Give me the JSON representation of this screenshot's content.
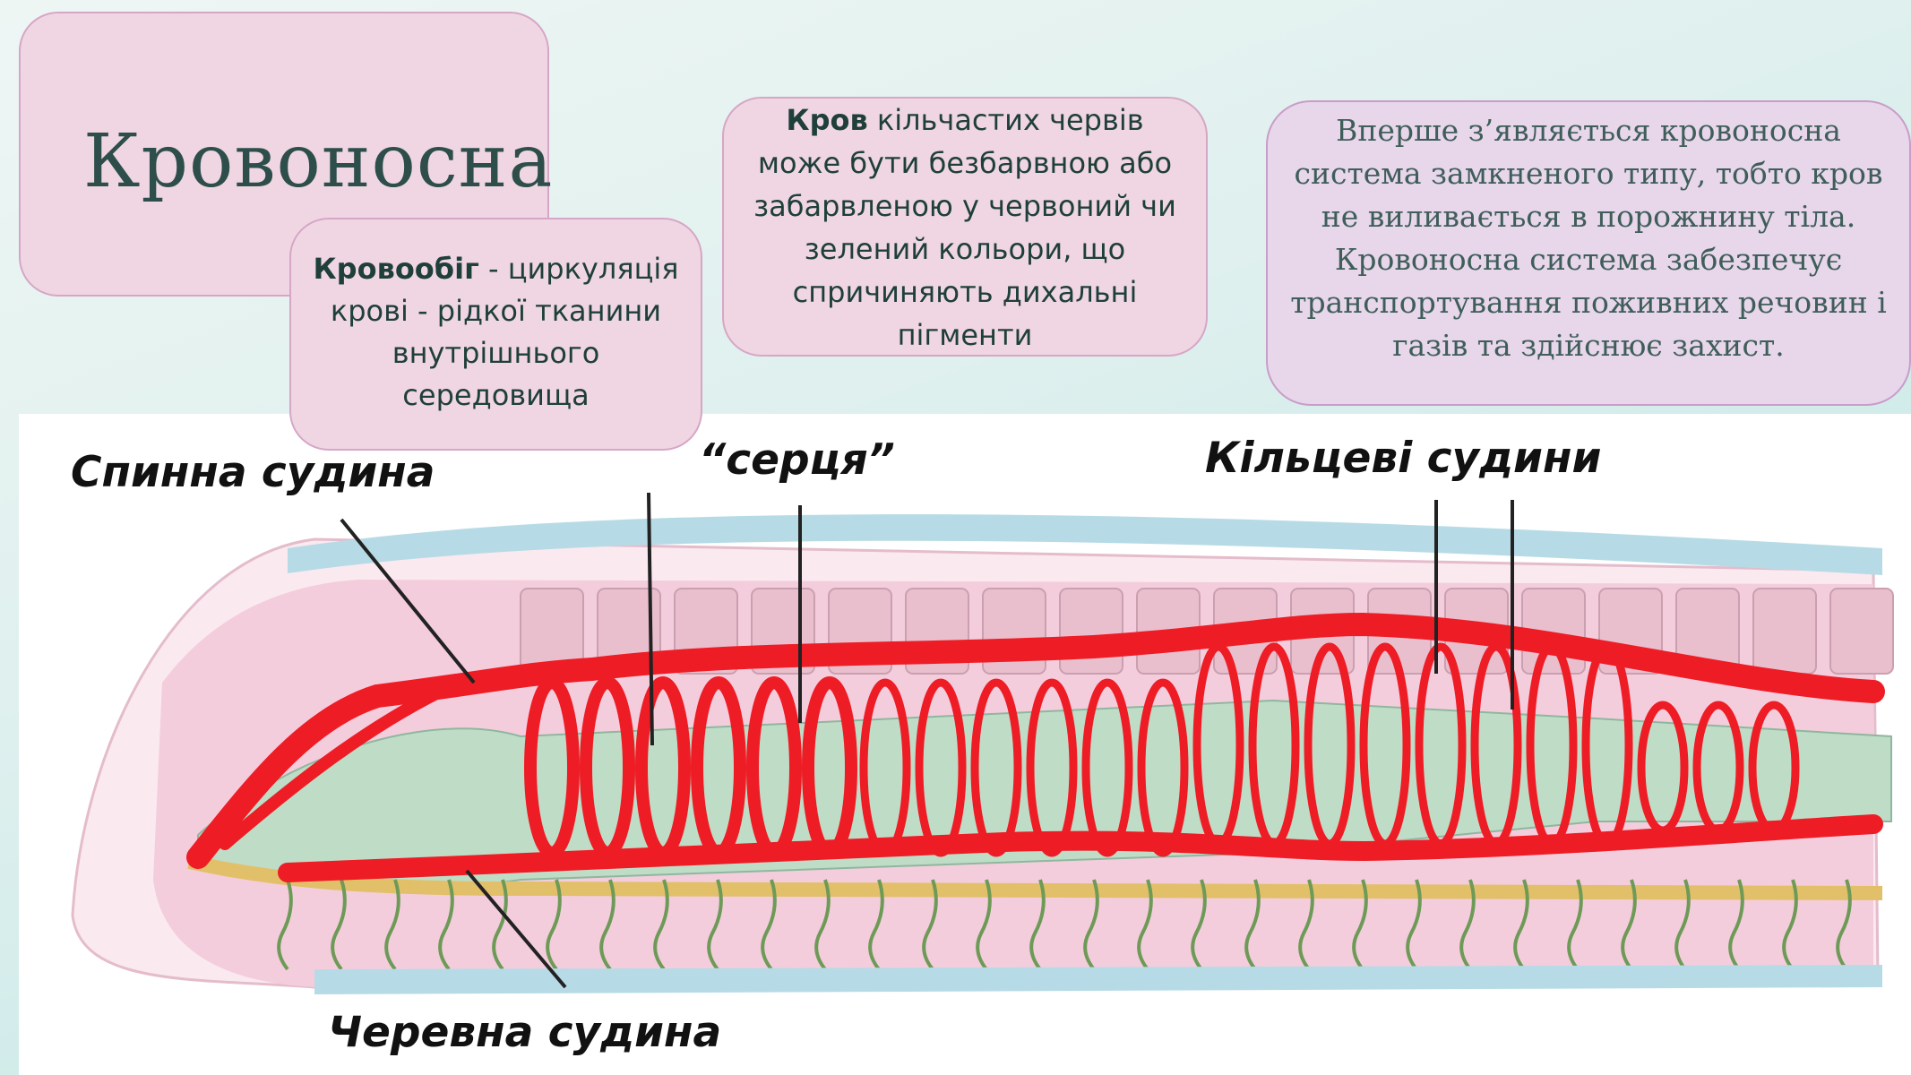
{
  "title": "Кровоносна",
  "krovoobig": {
    "term": "Кровообіг",
    "text": " - циркуляція крові - рідкої тканини внутрішнього середовища"
  },
  "krov": {
    "term": "Кров",
    "text": " кільчастих червів може бути безбарвною або забарвленою у червоний чи зелений кольори, що спричиняють дихальні пігменти"
  },
  "system_text": "Вперше з’являється кровоносна система замкненого типу, тобто кров не виливається в порожнину тіла. Кровоносна система забезпечує транспортування поживних речовин і газів та здійснює захист.",
  "labels": {
    "dorsal": "Спинна судина",
    "hearts": "“серця”",
    "ring": "Кільцеві судини",
    "ventral": "Черевна  судина"
  },
  "colors": {
    "vessel_red": "#ee1c25",
    "box_pink": "#f0d6e2",
    "title_teal": "#2d4e4a"
  }
}
